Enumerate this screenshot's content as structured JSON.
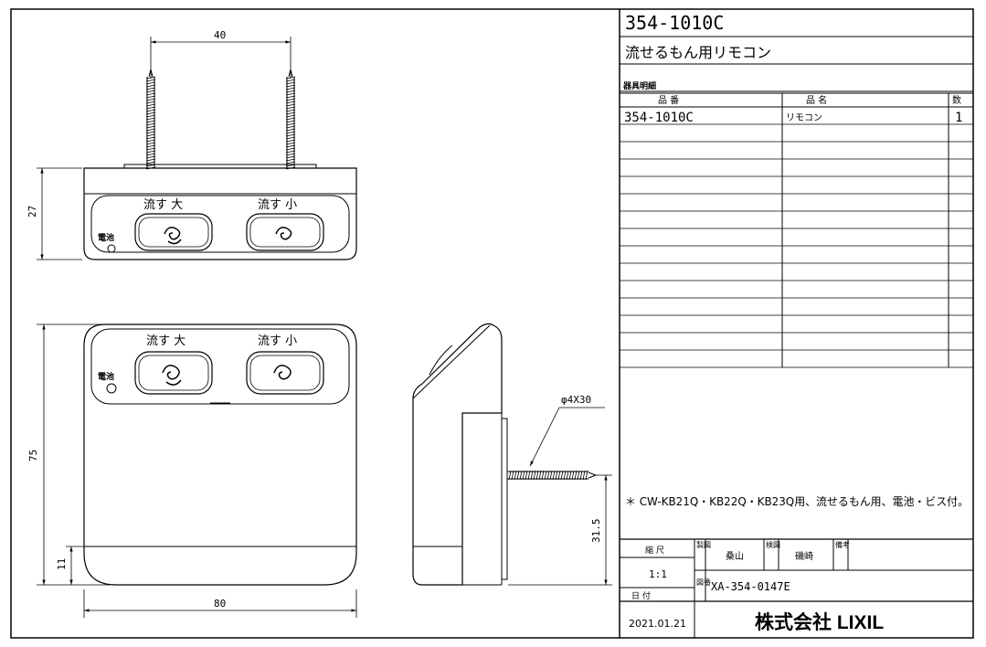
{
  "views": {
    "top": {
      "dim_screw_spacing": "40",
      "dim_height": "27",
      "label_flush_large": "流す 大",
      "label_flush_small": "流す 小",
      "label_battery": "電池"
    },
    "front": {
      "dim_height": "75",
      "dim_width": "80",
      "dim_lower": "11",
      "label_flush_large": "流す 大",
      "label_flush_small": "流す 小",
      "label_battery": "電池"
    },
    "side": {
      "screw_spec": "φ4X30",
      "dim_screw_height": "31.5"
    }
  },
  "title_block": {
    "part_number": "354-1010C",
    "product_name": "流せるもん用リモコン",
    "parts_list_title": "器具明細",
    "headers": {
      "item_no": "品  番",
      "item_name": "品  名",
      "qty": "数"
    },
    "rows": [
      {
        "item_no": "354-1010C",
        "item_name": "リモコン",
        "qty": "1"
      }
    ],
    "note": "＊ CW-KB21Q・KB22Q・KB23Q用、流せるもん用、電池・ビス付。",
    "scale_label": "縮  尺",
    "scale": "1:1",
    "drawn_label": "製図",
    "drawn_by": "桑山",
    "checked_label": "検図",
    "checked_by": "磯崎",
    "remarks_label": "備考",
    "drawing_no_label": "図番",
    "drawing_no": "XA-354-0147E",
    "date_label": "日  付",
    "date": "2021.01.21",
    "company": "株式会社 LIXIL"
  }
}
